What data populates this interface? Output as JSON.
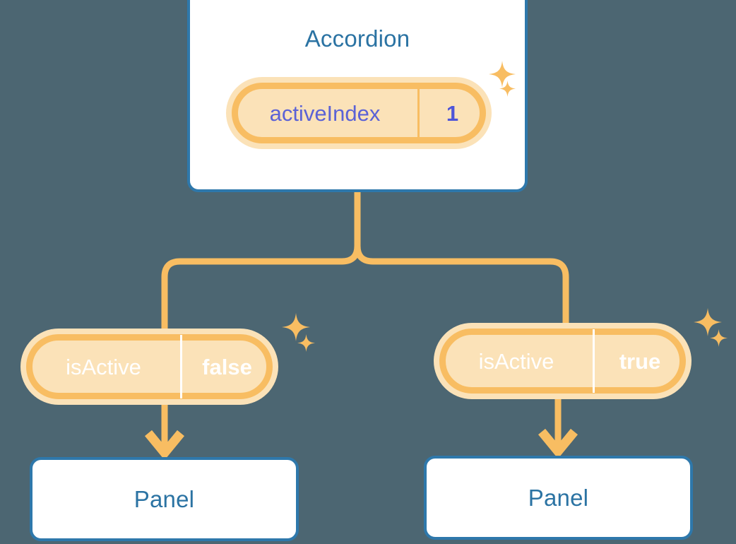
{
  "background_color": "#4c6672",
  "palette": {
    "card_border": "#2e78ab",
    "card_title_text": "#2b73a3",
    "pill_ring": "#f8bd62",
    "pill_halo": "#fbe2b8",
    "pill_state_fill": "#5b62d6",
    "pill_key_text_top": "#5b62d6",
    "pill_value_text_top": "#4f55d8",
    "pill_text_state": "#ffffff",
    "connector": "#f8bd62",
    "card_fill": "#ffffff"
  },
  "diagram": {
    "type": "component-state-tree",
    "root": {
      "id": "accordion",
      "title": "Accordion",
      "state_pill": {
        "key": "activeIndex",
        "value": "1",
        "style": "white-filled",
        "highlighted": true
      }
    },
    "branches": [
      {
        "id": "branch-left",
        "state_pill": {
          "key": "isActive",
          "value": "false",
          "style": "indigo-filled",
          "highlighted": true
        },
        "child": {
          "id": "panel-left",
          "title": "Panel"
        },
        "arrow": "down-arrow"
      },
      {
        "id": "branch-right",
        "state_pill": {
          "key": "isActive",
          "value": "true",
          "style": "indigo-filled",
          "highlighted": true
        },
        "child": {
          "id": "panel-right",
          "title": "Panel"
        },
        "arrow": "down-arrow"
      }
    ],
    "decorations": [
      {
        "name": "sparkle-large",
        "near": "activeIndex-pill"
      },
      {
        "name": "sparkle-small",
        "near": "activeIndex-pill"
      },
      {
        "name": "sparkle-large",
        "near": "isActive-false-pill"
      },
      {
        "name": "sparkle-small",
        "near": "isActive-false-pill"
      },
      {
        "name": "sparkle-large",
        "near": "isActive-true-pill"
      },
      {
        "name": "sparkle-small",
        "near": "isActive-true-pill"
      }
    ]
  }
}
